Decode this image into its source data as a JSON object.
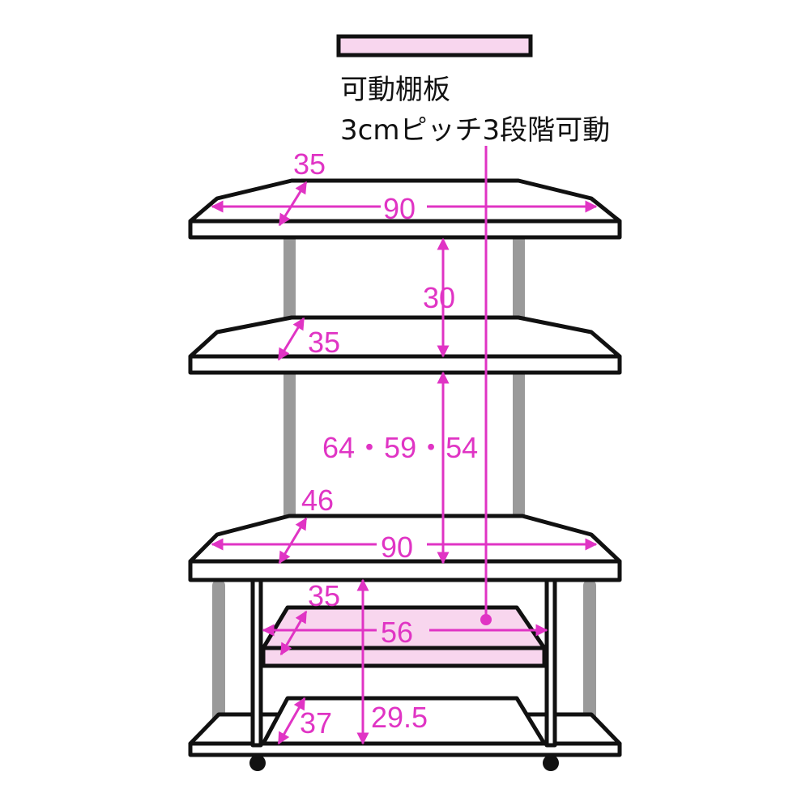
{
  "caption": {
    "line1": "可動棚板",
    "line2": "3cmピッチ3段階可動"
  },
  "dimensions": {
    "top_depth": "35",
    "top_width": "90",
    "top_gap": "30",
    "middle_depth": "35",
    "middle_gap": "64・59・54",
    "counter_depth": "46",
    "counter_width": "90",
    "inner_shelf_depth": "35",
    "inner_shelf_width": "56",
    "bottom_depth": "37",
    "bottom_height": "29.5"
  },
  "colors": {
    "accent": "#e034c4",
    "shelf_fill": "#f8d6ee",
    "post": "#9a9a9a"
  }
}
